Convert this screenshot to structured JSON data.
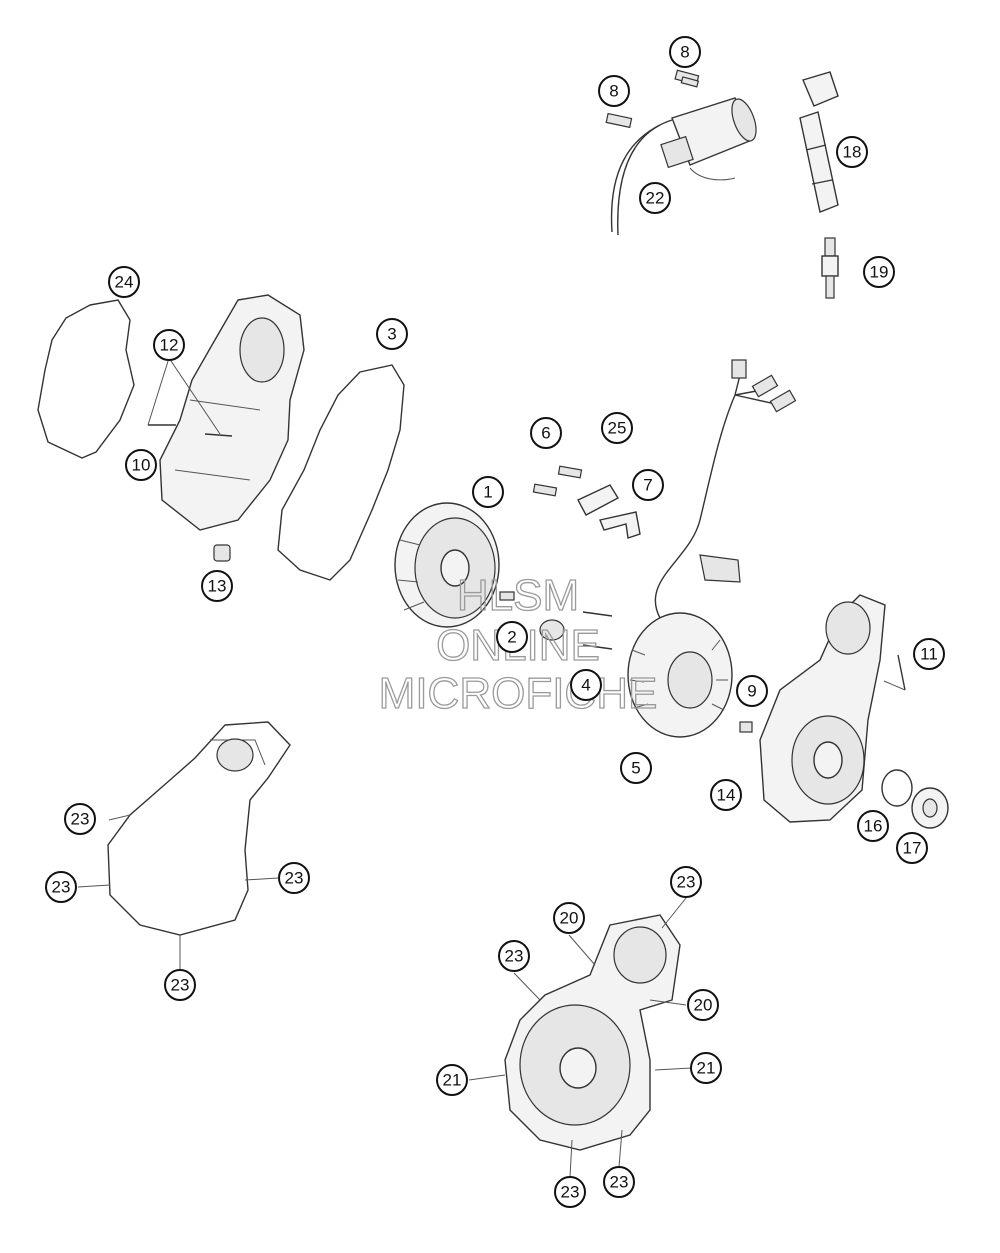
{
  "watermark": {
    "line1": "HLSM",
    "line2": "ONLINE",
    "line3": "MICROFICHE"
  },
  "callouts": {
    "c8a": "8",
    "c8b": "8",
    "c18": "18",
    "c22": "22",
    "c19": "19",
    "c24": "24",
    "c12": "12",
    "c3": "3",
    "c10": "10",
    "c13": "13",
    "c1": "1",
    "c6": "6",
    "c25": "25",
    "c7": "7",
    "c2": "2",
    "c4": "4",
    "c5": "5",
    "c11": "11",
    "c9": "9",
    "c14": "14",
    "c16": "16",
    "c17": "17",
    "c23a": "23",
    "c23b": "23",
    "c23c": "23",
    "c23d": "23",
    "c23e": "23",
    "c20a": "20",
    "c23f": "23",
    "c20b": "20",
    "c21a": "21",
    "c21b": "21",
    "c23g": "23",
    "c23h": "23"
  }
}
